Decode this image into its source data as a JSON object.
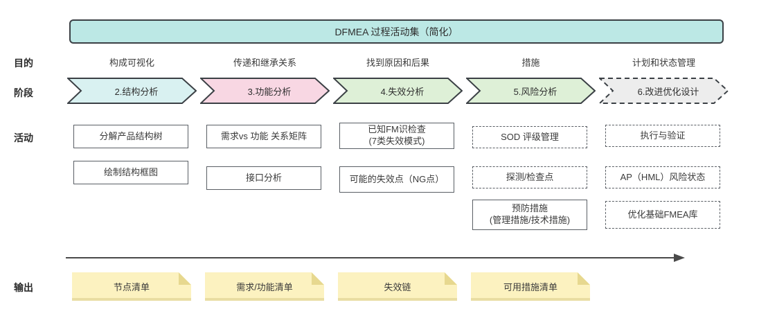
{
  "banner": {
    "title": "DFMEA 过程活动集（简化）",
    "bg": "#bce8e5"
  },
  "row_labels": {
    "purpose": "目的",
    "phase": "阶段",
    "activity": "活动",
    "output": "输出"
  },
  "columns": [
    {
      "purpose": "构成可视化",
      "phase": {
        "label": "2.结构分析",
        "fill": "#d9f1f1",
        "dashed": false
      },
      "activities": [
        {
          "lines": [
            "分解产品结构树"
          ],
          "style": "solid"
        },
        {
          "lines": [
            "绘制结构框图"
          ],
          "style": "solid"
        }
      ],
      "output": "节点清单"
    },
    {
      "purpose": "传递和继承关系",
      "phase": {
        "label": "3.功能分析",
        "fill": "#f8d7e3",
        "dashed": false
      },
      "activities": [
        {
          "lines": [
            "需求vs 功能 关系矩阵"
          ],
          "style": "solid"
        },
        {
          "lines": [
            "接口分析"
          ],
          "style": "solid"
        }
      ],
      "output": "需求/功能清单"
    },
    {
      "purpose": "找到原因和后果",
      "phase": {
        "label": "4.失效分析",
        "fill": "#def0d7",
        "dashed": false
      },
      "activities": [
        {
          "lines": [
            "已知FM识检查",
            "(7类失效模式)"
          ],
          "style": "solid"
        },
        {
          "lines": [
            "可能的失效点（NG点）"
          ],
          "style": "solid"
        }
      ],
      "output": "失效链"
    },
    {
      "purpose": "措施",
      "phase": {
        "label": "5.风险分析",
        "fill": "#def0d7",
        "dashed": false
      },
      "activities": [
        {
          "lines": [
            "SOD 评级管理"
          ],
          "style": "dashed"
        },
        {
          "lines": [
            "探测/检查点"
          ],
          "style": "dashed"
        },
        {
          "lines": [
            "预防措施",
            "(管理措施/技术措施)"
          ],
          "style": "solid"
        }
      ],
      "output": "可用措施清单"
    },
    {
      "purpose": "计划和状态管理",
      "phase": {
        "label": "6.改进优化设计",
        "fill": "#ededed",
        "dashed": true
      },
      "activities": [
        {
          "lines": [
            "执行与验证"
          ],
          "style": "dashed"
        },
        {
          "lines": [
            "AP（HML）风险状态"
          ],
          "style": "dashed"
        },
        {
          "lines": [
            "优化基础FMEA库"
          ],
          "style": "dashed"
        }
      ],
      "output": null
    }
  ],
  "colors": {
    "banner_bg": "#bce8e5",
    "arrow_outline": "#3b4045",
    "phase_cyan": "#d9f1f1",
    "phase_pink": "#f8d7e3",
    "phase_green": "#def0d7",
    "phase_gray": "#ededed",
    "box_border": "#595e64",
    "note_bg": "#fcf2c0",
    "note_fold": "#e7d88f",
    "flow_line": "#4a4a4a",
    "text": "#333333"
  }
}
